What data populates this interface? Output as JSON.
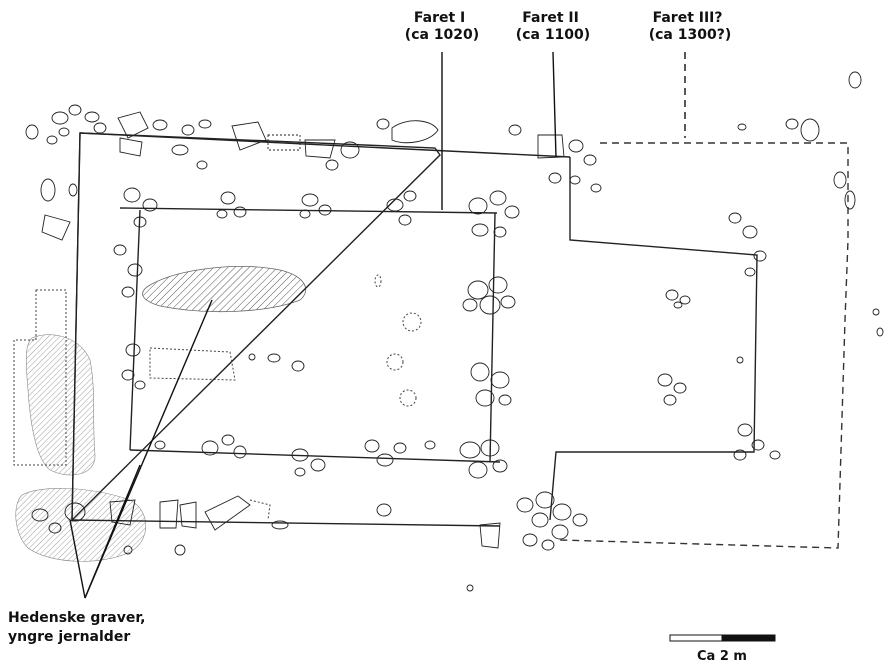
{
  "labels": {
    "faret1": [
      "Faret I",
      "(ca 1020)"
    ],
    "faret2": [
      "Faret II",
      "(ca 1100)"
    ],
    "faret3": [
      "Faret III?",
      "(ca 1300?)"
    ],
    "graves": [
      "Hedenske graver,",
      "yngre jernalder"
    ],
    "scale": "Ca 2 m"
  }
}
